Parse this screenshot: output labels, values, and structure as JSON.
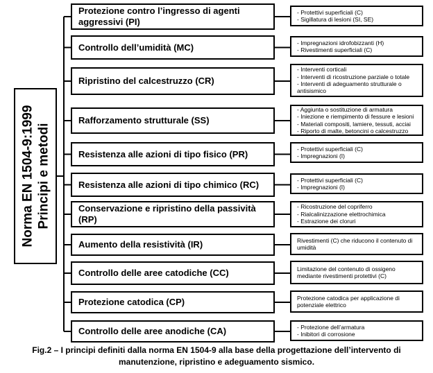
{
  "root": {
    "line1": "Norma EN 1504-9:1999",
    "line2": "Principi e metodi"
  },
  "rows": [
    {
      "principle": "Protezione contro l’ingresso di agenti aggressivi (PI)",
      "methods": [
        "Protettivi superficiali (C)",
        "Sigillatura di lesioni (SI, SE)"
      ]
    },
    {
      "principle": "Controllo dell’umidità (MC)",
      "methods": [
        "Impregnazioni idrofobizzanti (H)",
        "Rivestimenti superficiali (C)"
      ]
    },
    {
      "principle": "Ripristino del calcestruzzo (CR)",
      "methods": [
        "Interventi corticali",
        "Interventi di ricostruzione parziale o totale",
        "Interventi di adeguamento strutturale o antisismico"
      ]
    },
    {
      "principle": "Rafforzamento strutturale (SS)",
      "methods": [
        "Aggiunta o sostituzione di armatura",
        "Iniezione e riempimento di fessure e lesioni",
        "Materiali compositi, lamiere, tessuti, acciai",
        "Riporto di malte, betoncini o calcestruzzo"
      ]
    },
    {
      "principle": "Resistenza alle azioni di tipo fisico (PR)",
      "methods": [
        "Protettivi superficiali (C)",
        "Impregnazioni (I)"
      ]
    },
    {
      "principle": "Resistenza alle azioni di tipo chimico (RC)",
      "methods": [
        "Protettivi superficiali (C)",
        "Impregnazioni (I)"
      ]
    },
    {
      "principle": "Conservazione e ripristino della passività (RP)",
      "methods": [
        "Ricostruzione del copriferro",
        "Rialcalinizzazione elettrochimica",
        "Estrazione dei cloruri"
      ]
    },
    {
      "principle": "Aumento della resistività (IR)",
      "methods": [
        "Rivestimenti (C) che riducono il contenuto di umidità"
      ]
    },
    {
      "principle": "Controllo delle aree catodiche (CC)",
      "methods": [
        "Limitazione del contenuto di ossigeno mediante rivestimenti protettivi (C)"
      ]
    },
    {
      "principle": "Protezione catodica (CP)",
      "methods": [
        "Protezione catodica per applicazione di potenziale elettrico"
      ]
    },
    {
      "principle": "Controllo delle aree anodiche (CA)",
      "methods": [
        "Protezione dell’armatura",
        "Inibitori di corrosione"
      ]
    }
  ],
  "caption": {
    "line1": "Fig.2 – I principi definiti dalla norma EN 1504-9 alla base della progettazione dell’intervento di",
    "line2": "manutenzione, ripristino e adeguamento sismico."
  }
}
